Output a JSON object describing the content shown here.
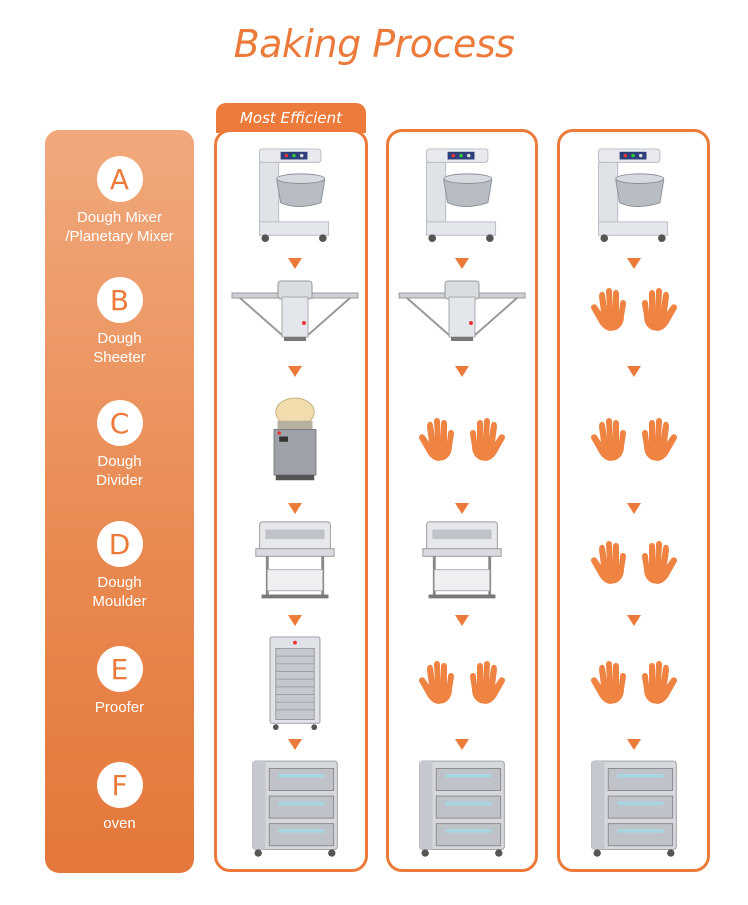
{
  "title": "Baking Process",
  "badge": "Most Efficient",
  "colors": {
    "accent": "#ec7a3a"
  },
  "steps": [
    {
      "letter": "A",
      "label": "Dough Mixer\n/Planetary Mixer"
    },
    {
      "letter": "B",
      "label": "Dough\nSheeter"
    },
    {
      "letter": "C",
      "label": "Dough\nDivider"
    },
    {
      "letter": "D",
      "label": "Dough\nMoulder"
    },
    {
      "letter": "E",
      "label": "Proofer"
    },
    {
      "letter": "F",
      "label": "oven"
    }
  ],
  "columns": [
    {
      "rows": [
        "mixer-machine",
        "sheeter-machine",
        "divider-machine",
        "moulder-machine",
        "proofer-machine",
        "oven-machine"
      ]
    },
    {
      "rows": [
        "mixer-machine",
        "sheeter-machine",
        "hands-icon",
        "moulder-machine",
        "hands-icon",
        "oven-machine"
      ]
    },
    {
      "rows": [
        "mixer-machine",
        "hands-icon",
        "hands-icon",
        "hands-icon",
        "hands-icon",
        "oven-machine"
      ]
    }
  ]
}
